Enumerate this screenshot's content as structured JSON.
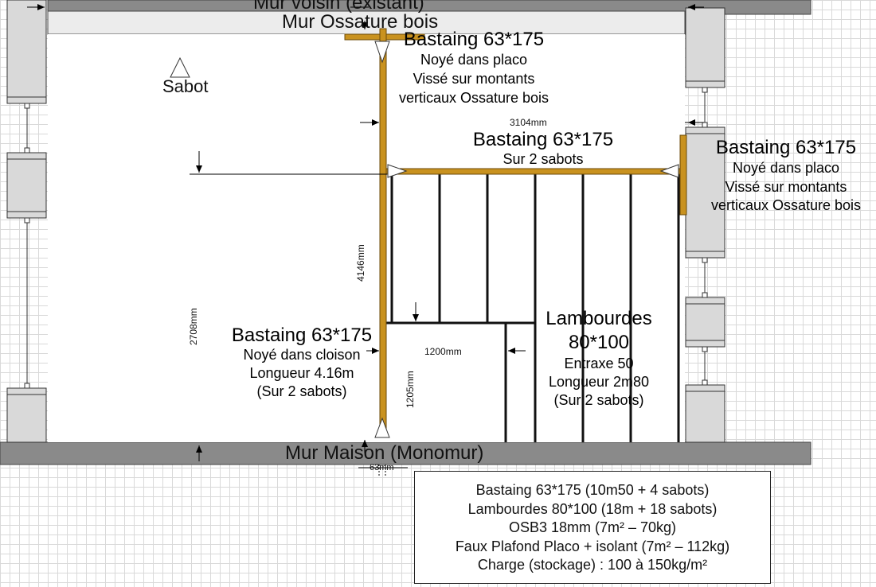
{
  "labels": {
    "neighbor_wall": "Mur voisin (existant)",
    "wood_frame_wall": "Mur Ossature bois",
    "house_wall": "Mur Maison (Monomur)",
    "sabot": "Sabot",
    "beam_top": {
      "title": "Bastaing 63*175",
      "line1": "Noyé dans placo",
      "line2": "Vissé sur montants",
      "line3": "verticaux Ossature bois"
    },
    "beam_middle": {
      "title": "Bastaing 63*175",
      "line1": "Sur 2 sabots"
    },
    "beam_right": {
      "title": "Bastaing 63*175",
      "line1": "Noyé dans placo",
      "line2": "Vissé sur montants",
      "line3": "verticaux Ossature bois"
    },
    "beam_left": {
      "title": "Bastaing 63*175",
      "line1": "Noyé dans cloison",
      "line2": "Longueur 4.16m",
      "line3": "(Sur 2 sabots)"
    },
    "joists": {
      "title1": "Lambourdes",
      "title2": "80*100",
      "line1": "Entraxe 50",
      "line2": "Longueur 2m80",
      "line3": "(Sur 2 sabots)"
    }
  },
  "dimensions": {
    "width_top": "3104mm",
    "height_vertical": "4146mm",
    "height_left": "2708mm",
    "width_small": "1200mm",
    "height_small": "1205mm",
    "thickness": "63mm"
  },
  "legend": [
    "Bastaing 63*175 (10m50 + 4 sabots)",
    "Lambourdes 80*100 (18m + 18 sabots)",
    "OSB3 18mm (7m² – 70kg)",
    "Faux Plafond Placo + isolant (7m² – 112kg)",
    "Charge (stockage) : 100 à 150kg/m²"
  ],
  "colors": {
    "timber": "#c9921f",
    "timber_edge": "#6b4a08",
    "wall": "#8a8a8a",
    "frame_wall": "#ececec",
    "post": "#d9d9d9"
  }
}
